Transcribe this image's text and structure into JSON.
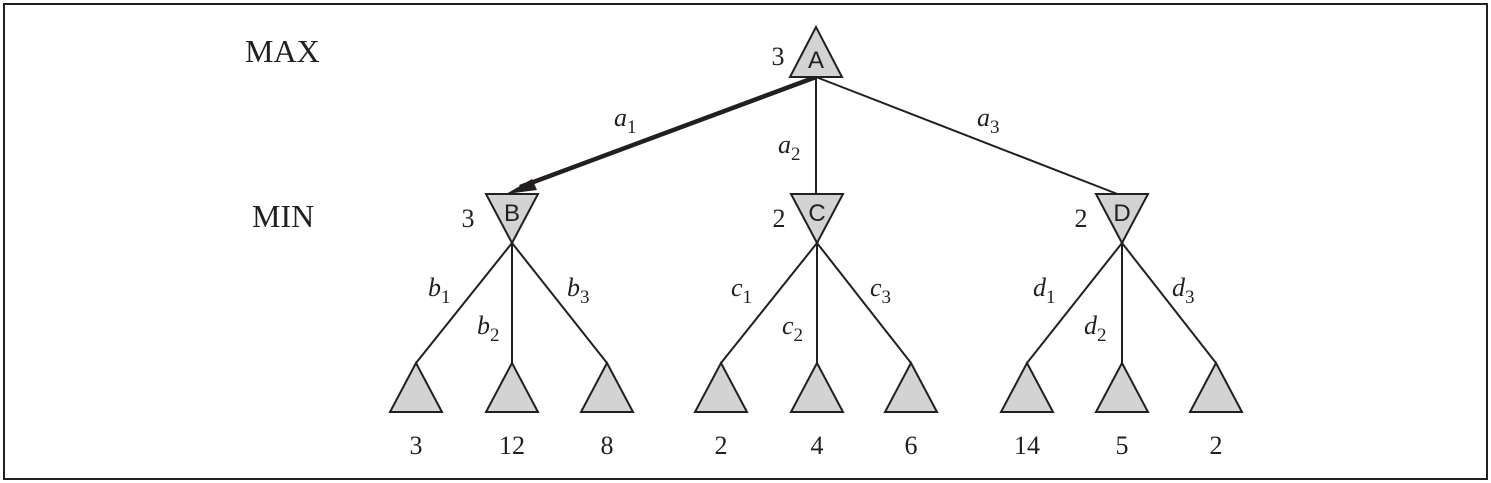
{
  "levels": {
    "max": "MAX",
    "min": "MIN"
  },
  "root": {
    "id": "A",
    "value": "3"
  },
  "min_nodes": [
    {
      "id": "B",
      "value": "3"
    },
    {
      "id": "C",
      "value": "2"
    },
    {
      "id": "D",
      "value": "2"
    }
  ],
  "root_edges": [
    {
      "letter": "a",
      "sub": "1",
      "best": true
    },
    {
      "letter": "a",
      "sub": "2",
      "best": false
    },
    {
      "letter": "a",
      "sub": "3",
      "best": false
    }
  ],
  "min_edges": [
    [
      {
        "letter": "b",
        "sub": "1"
      },
      {
        "letter": "b",
        "sub": "2"
      },
      {
        "letter": "b",
        "sub": "3"
      }
    ],
    [
      {
        "letter": "c",
        "sub": "1"
      },
      {
        "letter": "c",
        "sub": "2"
      },
      {
        "letter": "c",
        "sub": "3"
      }
    ],
    [
      {
        "letter": "d",
        "sub": "1"
      },
      {
        "letter": "d",
        "sub": "2"
      },
      {
        "letter": "d",
        "sub": "3"
      }
    ]
  ],
  "leaf_values": [
    "3",
    "12",
    "8",
    "2",
    "4",
    "6",
    "14",
    "5",
    "2"
  ],
  "colors": {
    "node_fill": "#d3d3d3",
    "stroke": "#231f20",
    "frame": "#231f20"
  }
}
